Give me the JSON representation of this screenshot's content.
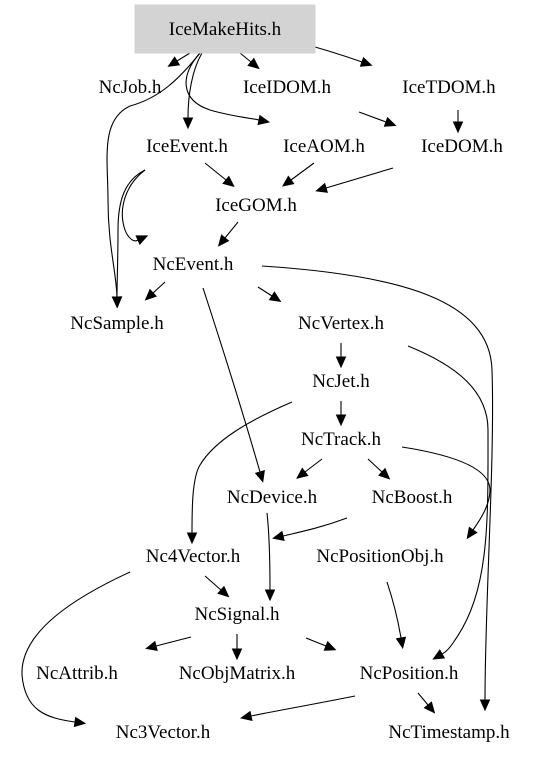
{
  "diagram": {
    "nodes": [
      {
        "id": "icemakehits",
        "label": "IceMakeHits.h",
        "highlight": true
      },
      {
        "id": "ncjob",
        "label": "NcJob.h"
      },
      {
        "id": "iceidom",
        "label": "IceIDOM.h"
      },
      {
        "id": "icetdom",
        "label": "IceTDOM.h"
      },
      {
        "id": "iceevent",
        "label": "IceEvent.h"
      },
      {
        "id": "iceaom",
        "label": "IceAOM.h"
      },
      {
        "id": "icedom",
        "label": "IceDOM.h"
      },
      {
        "id": "icegom",
        "label": "IceGOM.h"
      },
      {
        "id": "ncevent",
        "label": "NcEvent.h"
      },
      {
        "id": "ncsample",
        "label": "NcSample.h"
      },
      {
        "id": "ncvertex",
        "label": "NcVertex.h"
      },
      {
        "id": "ncjet",
        "label": "NcJet.h"
      },
      {
        "id": "nctrack",
        "label": "NcTrack.h"
      },
      {
        "id": "ncdevice",
        "label": "NcDevice.h"
      },
      {
        "id": "ncboost",
        "label": "NcBoost.h"
      },
      {
        "id": "nc4vector",
        "label": "Nc4Vector.h"
      },
      {
        "id": "ncpositionobj",
        "label": "NcPositionObj.h"
      },
      {
        "id": "ncsignal",
        "label": "NcSignal.h"
      },
      {
        "id": "ncattrib",
        "label": "NcAttrib.h"
      },
      {
        "id": "ncobjmatrix",
        "label": "NcObjMatrix.h"
      },
      {
        "id": "ncposition",
        "label": "NcPosition.h"
      },
      {
        "id": "nc3vector",
        "label": "Nc3Vector.h"
      },
      {
        "id": "nctimestamp",
        "label": "NcTimestamp.h"
      }
    ],
    "edges": [
      {
        "from": "icemakehits",
        "to": "ncjob"
      },
      {
        "from": "icemakehits",
        "to": "iceidom"
      },
      {
        "from": "icemakehits",
        "to": "icetdom"
      },
      {
        "from": "icemakehits",
        "to": "iceevent"
      },
      {
        "from": "icemakehits",
        "to": "iceaom"
      },
      {
        "from": "icemakehits",
        "to": "ncsample"
      },
      {
        "from": "iceidom",
        "to": "icedom"
      },
      {
        "from": "icetdom",
        "to": "icedom"
      },
      {
        "from": "iceevent",
        "to": "icegom"
      },
      {
        "from": "iceevent",
        "to": "ncevent"
      },
      {
        "from": "iceevent",
        "to": "ncsample"
      },
      {
        "from": "iceaom",
        "to": "icegom"
      },
      {
        "from": "icedom",
        "to": "icegom"
      },
      {
        "from": "icegom",
        "to": "ncevent"
      },
      {
        "from": "ncevent",
        "to": "ncsample"
      },
      {
        "from": "ncevent",
        "to": "ncvertex"
      },
      {
        "from": "ncevent",
        "to": "ncdevice"
      },
      {
        "from": "ncevent",
        "to": "nctimestamp"
      },
      {
        "from": "ncvertex",
        "to": "ncjet"
      },
      {
        "from": "ncvertex",
        "to": "ncposition"
      },
      {
        "from": "ncjet",
        "to": "nctrack"
      },
      {
        "from": "ncjet",
        "to": "nc4vector"
      },
      {
        "from": "nctrack",
        "to": "ncdevice"
      },
      {
        "from": "nctrack",
        "to": "ncboost"
      },
      {
        "from": "nctrack",
        "to": "ncpositionobj"
      },
      {
        "from": "ncdevice",
        "to": "ncsignal"
      },
      {
        "from": "ncboost",
        "to": "nc4vector"
      },
      {
        "from": "nc4vector",
        "to": "ncsignal"
      },
      {
        "from": "nc4vector",
        "to": "nc3vector"
      },
      {
        "from": "ncpositionobj",
        "to": "ncposition"
      },
      {
        "from": "ncsignal",
        "to": "ncattrib"
      },
      {
        "from": "ncsignal",
        "to": "ncobjmatrix"
      },
      {
        "from": "ncsignal",
        "to": "ncposition"
      },
      {
        "from": "ncposition",
        "to": "nc3vector"
      },
      {
        "from": "ncposition",
        "to": "nctimestamp"
      }
    ]
  }
}
